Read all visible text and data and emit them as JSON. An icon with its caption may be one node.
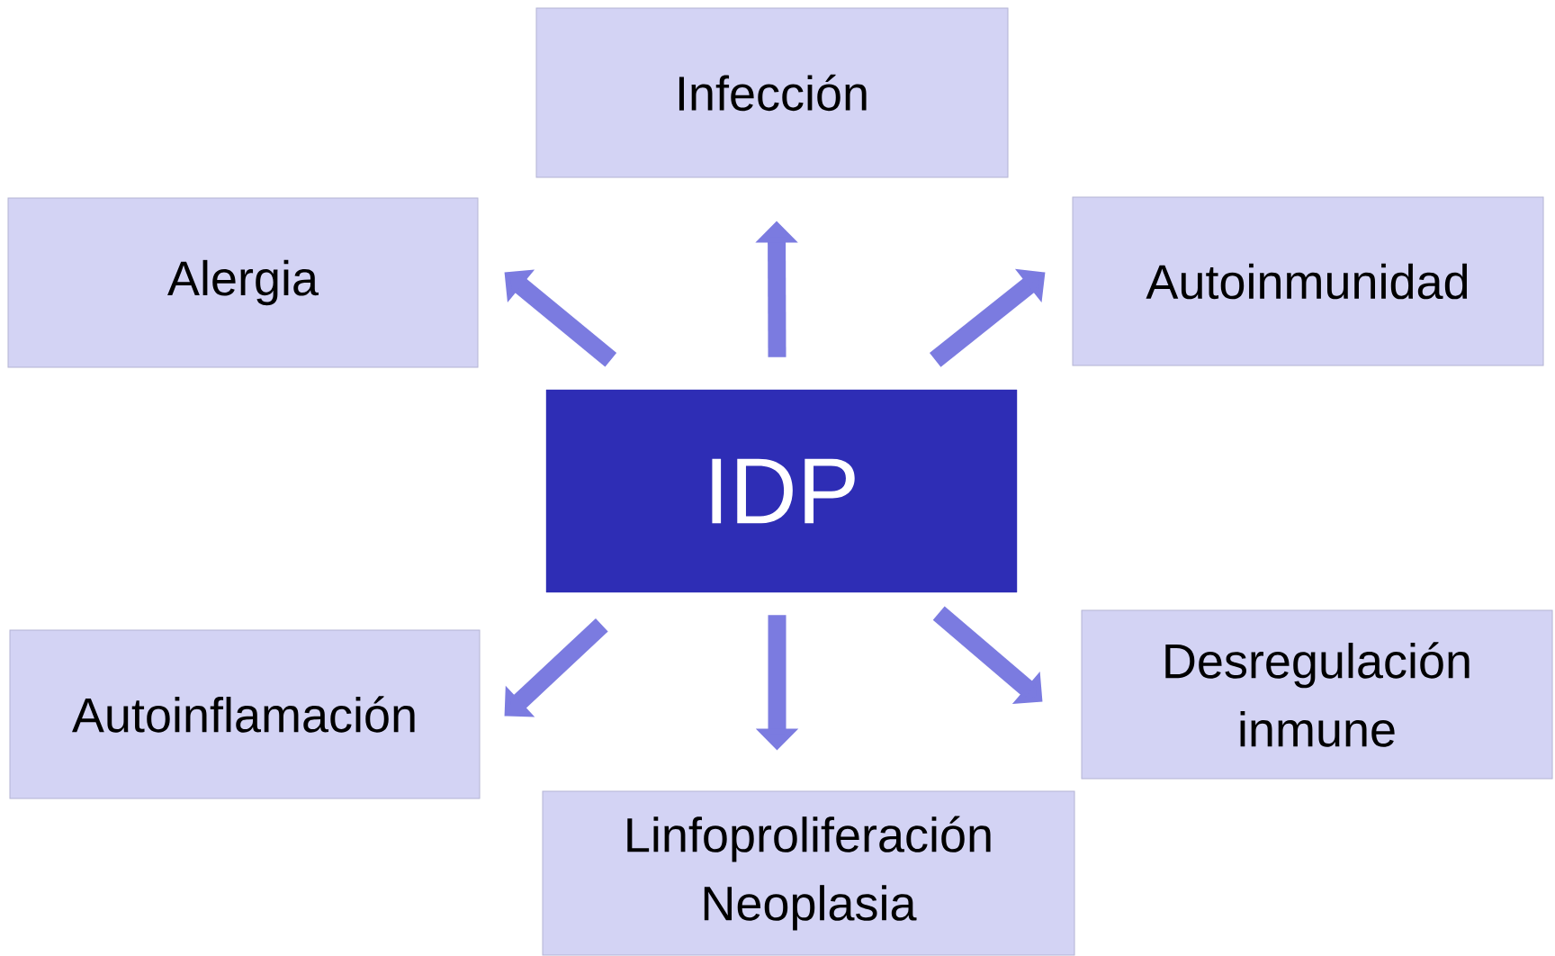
{
  "diagram": {
    "nodes": [
      {
        "text": [
          "Infección"
        ]
      },
      {
        "text": [
          "Alergia"
        ]
      },
      {
        "text": [
          "Autoinmunidad"
        ]
      },
      {
        "text": [
          "IDP"
        ]
      },
      {
        "text": [
          "Autoinflamación"
        ]
      },
      {
        "text": [
          "Desregulación inmune"
        ]
      },
      {
        "text": [
          "Linfoproliferación",
          "Neoplasia"
        ]
      }
    ],
    "edges": [
      {
        "from": 3,
        "to": 0,
        "arrow": "to"
      },
      {
        "from": 3,
        "to": 1,
        "arrow": "to"
      },
      {
        "from": 3,
        "to": 2,
        "arrow": "to"
      },
      {
        "from": 3,
        "to": 4,
        "arrow": "to"
      },
      {
        "from": 3,
        "to": 6,
        "arrow": "to"
      },
      {
        "from": 3,
        "to": 5,
        "arrow": "to"
      }
    ]
  }
}
